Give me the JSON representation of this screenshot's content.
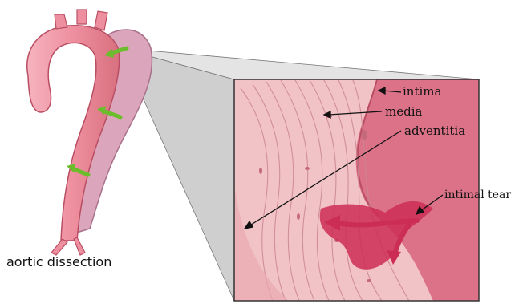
{
  "labels": {
    "intima": "intima",
    "media": "media",
    "adventitia": "adventitia",
    "intimal_tear": "intimal tear",
    "caption": "aortic dissection"
  },
  "colors": {
    "aorta_pink": "#ee8f9f",
    "aorta_edge": "#b94e63",
    "false_lumen": "#dba6bb",
    "false_lumen_edge": "#a8708a",
    "wall_layers": "#f2c3c6",
    "inner_tissue": "#d8647d",
    "tear_red": "#cc2d55",
    "arrow_green": "#6bbd2c",
    "zoom_gray": "#cfcfcf"
  },
  "icons": [
    "flow-arrow-icon",
    "tear-arrow-icon"
  ]
}
